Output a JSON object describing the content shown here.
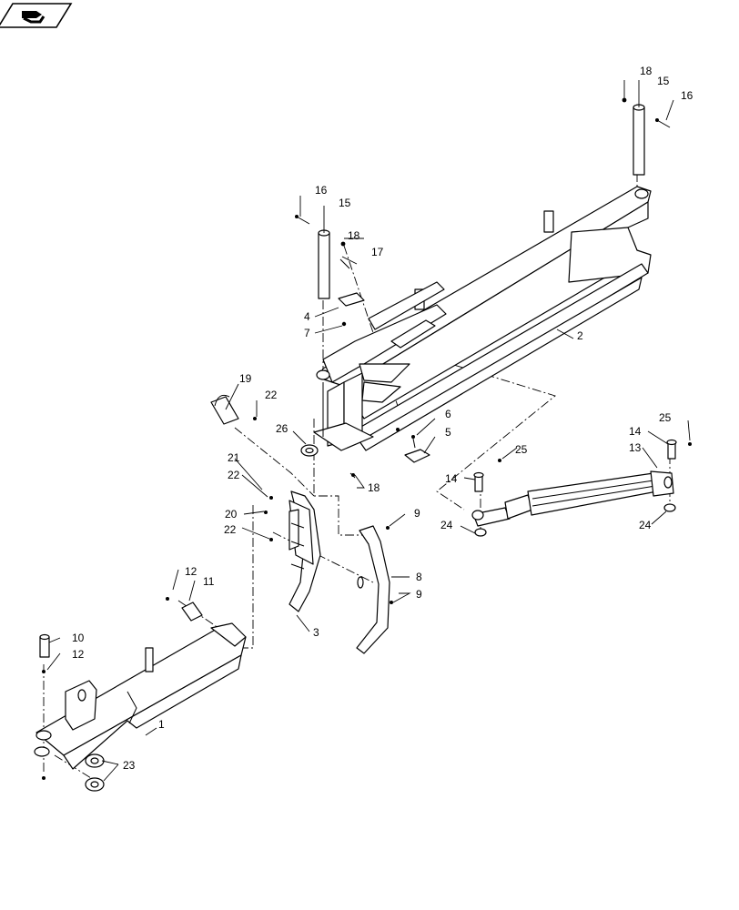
{
  "nav_icon": "book-page-icon",
  "callouts": [
    {
      "id": "c18a",
      "text": "18"
    },
    {
      "id": "c15a",
      "text": "15"
    },
    {
      "id": "c16a",
      "text": "16"
    },
    {
      "id": "c16b",
      "text": "16"
    },
    {
      "id": "c15b",
      "text": "15"
    },
    {
      "id": "c18b",
      "text": "18"
    },
    {
      "id": "c17",
      "text": "17"
    },
    {
      "id": "c4",
      "text": "4"
    },
    {
      "id": "c7",
      "text": "7"
    },
    {
      "id": "c2",
      "text": "2"
    },
    {
      "id": "c19",
      "text": "19"
    },
    {
      "id": "c22a",
      "text": "22"
    },
    {
      "id": "c26",
      "text": "26"
    },
    {
      "id": "c6",
      "text": "6"
    },
    {
      "id": "c5",
      "text": "5"
    },
    {
      "id": "c18c",
      "text": "18"
    },
    {
      "id": "c21",
      "text": "21"
    },
    {
      "id": "c22b",
      "text": "22"
    },
    {
      "id": "c20",
      "text": "20"
    },
    {
      "id": "c22c",
      "text": "22"
    },
    {
      "id": "c9a",
      "text": "9"
    },
    {
      "id": "c8",
      "text": "8"
    },
    {
      "id": "c9b",
      "text": "9"
    },
    {
      "id": "c3",
      "text": "3"
    },
    {
      "id": "c12a",
      "text": "12"
    },
    {
      "id": "c11",
      "text": "11"
    },
    {
      "id": "c10",
      "text": "10"
    },
    {
      "id": "c12b",
      "text": "12"
    },
    {
      "id": "c1",
      "text": "1"
    },
    {
      "id": "c23",
      "text": "23"
    },
    {
      "id": "c14a",
      "text": "14"
    },
    {
      "id": "c25a",
      "text": "25"
    },
    {
      "id": "c24a",
      "text": "24"
    },
    {
      "id": "c14b",
      "text": "14"
    },
    {
      "id": "c13",
      "text": "13"
    },
    {
      "id": "c25b",
      "text": "25"
    },
    {
      "id": "c24b",
      "text": "24"
    }
  ]
}
